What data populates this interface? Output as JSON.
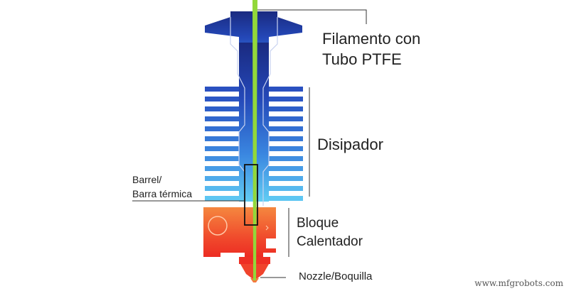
{
  "labels": {
    "filament_line1": "Filamento con",
    "filament_line2": "Tubo PTFE",
    "heatsink": "Disipador",
    "barrel_line1": "Barrel/",
    "barrel_line2": "Barra térmica",
    "block_line1": "Bloque",
    "block_line2": "Calentador",
    "nozzle": "Nozzle/Boquilla"
  },
  "watermark": "www.mfgrobots.com",
  "colors": {
    "top_blue": "#1a2a80",
    "mid_blue": "#2f64d8",
    "bottom_blue": "#5ec8f2",
    "block_orange": "#f47a3e",
    "block_red": "#ee2f24",
    "filament_green": "#92d83a",
    "leader": "#333333"
  }
}
